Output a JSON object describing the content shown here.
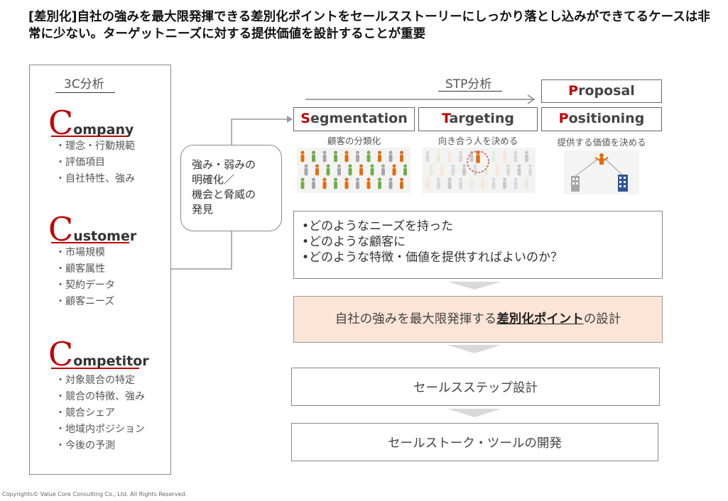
{
  "title": "[差別化]自社の強みを最大限発揮できる差別化ポイントをセールスストーリーにしっかり落とし込みができてるケースは非常に少ない。ターゲットニーズに対する提供価値を設計することが重要",
  "c3": {
    "heading": "3C分析",
    "company": {
      "letter": "C",
      "rest": "ompany",
      "items": [
        "・理念・行動規範",
        "・評価項目",
        "・自社特性、強み"
      ]
    },
    "customer": {
      "letter": "C",
      "rest": "ustomer",
      "items": [
        "・市場規模",
        "・顧客属性",
        "・契約データ",
        "・顧客ニーズ"
      ]
    },
    "competitor": {
      "letter": "C",
      "rest": "ompetitor",
      "items": [
        "・対象競合の特定",
        "・競合の特徴、強み",
        "・競合シェア",
        "・地域内ポジション",
        "・今後の予測"
      ]
    }
  },
  "mid": {
    "lines": [
      "強み・弱みの",
      "明確化／",
      "機会と脅威の",
      "発見"
    ]
  },
  "stp": {
    "label": "STP分析",
    "proposal": {
      "letter": "P",
      "rest": "roposal"
    },
    "segmentation": {
      "letter": "S",
      "rest": "egmentation",
      "sub": "顧客の分類化"
    },
    "targeting": {
      "letter": "T",
      "rest": "argeting",
      "sub": "向き合う人を決める"
    },
    "positioning": {
      "letter": "P",
      "rest": "ositioning",
      "sub": "提供する価値を決める"
    }
  },
  "questions": [
    "•どのようなニーズを持った",
    "•どのような顧客に",
    "•どのような特徴・価値を提供すればよいのか？"
  ],
  "diff": {
    "pre": "自社の強みを最大限発揮する",
    "em": "差別化ポイント",
    "post": "の設計"
  },
  "sales_step": "セールスステップ設計",
  "sales_tool": "セールストーク・ツールの開発",
  "copyright": "Copyrights© Value Core Consulting Co., Ltd.  All Rights Reserved.",
  "colors": {
    "accent": "#c00000",
    "highlight": "#fce4d6",
    "arrow": "#d9d9d9"
  }
}
